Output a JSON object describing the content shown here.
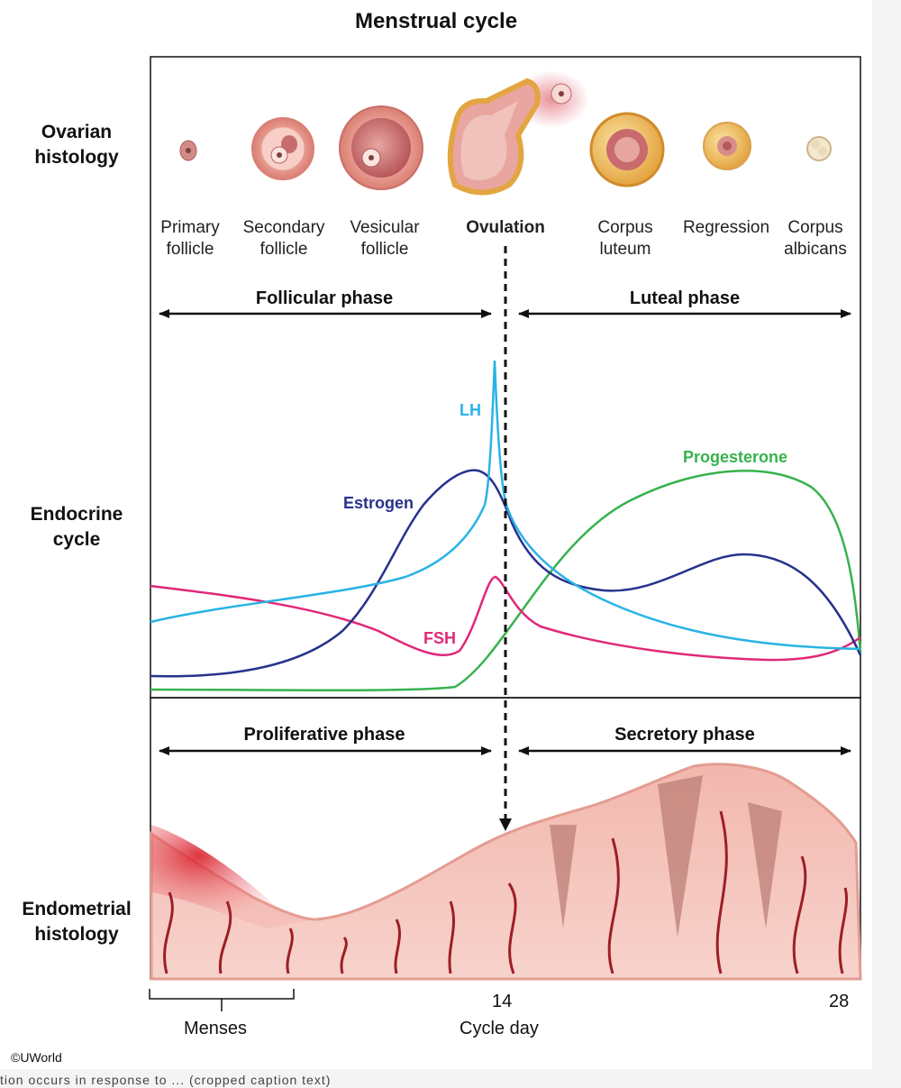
{
  "title": "Menstrual cycle",
  "rows": {
    "ovarian": "Ovarian\nhistology",
    "endocrine": "Endocrine\ncycle",
    "endometrial": "Endometrial\nhistology"
  },
  "stages": [
    {
      "label": "Primary\nfollicle"
    },
    {
      "label": "Secondary\nfollicle"
    },
    {
      "label": "Vesicular\nfollicle"
    },
    {
      "label": "Ovulation"
    },
    {
      "label": "Corpus\nluteum"
    },
    {
      "label": "Regression"
    },
    {
      "label": "Corpus\nalbicans"
    }
  ],
  "phases": {
    "follicular": "Follicular phase",
    "luteal": "Luteal phase",
    "proliferative": "Proliferative phase",
    "secretory": "Secretory phase"
  },
  "hormones": {
    "lh": {
      "label": "LH",
      "color": "#29b3e6"
    },
    "estrogen": {
      "label": "Estrogen",
      "color": "#27328c"
    },
    "fsh": {
      "label": "FSH",
      "color": "#e0287a"
    },
    "progesterone": {
      "label": "Progesterone",
      "color": "#37b24d"
    }
  },
  "axis": {
    "tick_14": "14",
    "tick_28": "28",
    "menses": "Menses",
    "cycle_day": "Cycle day"
  },
  "copyright": "©UWorld",
  "bottom_text": "tion occurs in response to ... (cropped caption text)"
}
